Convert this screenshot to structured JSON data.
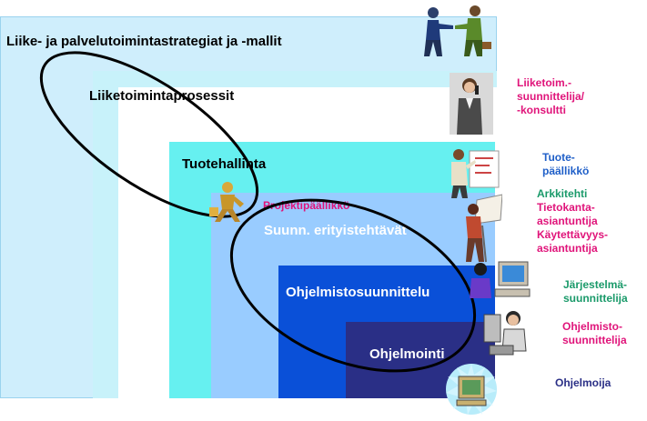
{
  "levels": [
    {
      "label": "Liike- ja palvelutoimintastrategiat ja -mallit",
      "color": "#cfeefc"
    },
    {
      "label": "Liiketoimintaprosessit",
      "color": "#c8f2fa"
    },
    {
      "label": "Tuotehallinta",
      "color": "#66f0f0"
    },
    {
      "label": "Suunn. erityistehtävät",
      "color": "#99ccff"
    },
    {
      "label": "Ohjelmistosuunnittelu",
      "color": "#0a50d8"
    },
    {
      "label": "Ohjelmointi",
      "color": "#2a2f86"
    }
  ],
  "overlay_label": "Projektipäällikkö",
  "roles": [
    {
      "text": "Liiketoim.-\nsuunnittelija/\n-konsultti",
      "color": "#e0147a"
    },
    {
      "text": "Tuote-\npäällikkö",
      "color": "#1f5fc8"
    },
    {
      "text": "Arkkitehti",
      "color": "#1a9a6a"
    },
    {
      "text": "Tietokanta-\nasiantuntija\nKäytettävyys-\nasiantuntija",
      "color": "#e0147a"
    },
    {
      "text": "Järjestelmä-\nsuunnittelija",
      "color": "#1a9a6a"
    },
    {
      "text": "Ohjelmisto-\nsuunnittelija",
      "color": "#e0147a"
    },
    {
      "text": "Ohjelmoija",
      "color": "#2a2f86"
    }
  ],
  "clipart": [
    "handshake-icon",
    "consultant-icon",
    "presenter-icon",
    "puzzle-figure-icon",
    "drafting-table-icon",
    "computer-user-icon",
    "programmer-icon",
    "monitor-icon"
  ]
}
